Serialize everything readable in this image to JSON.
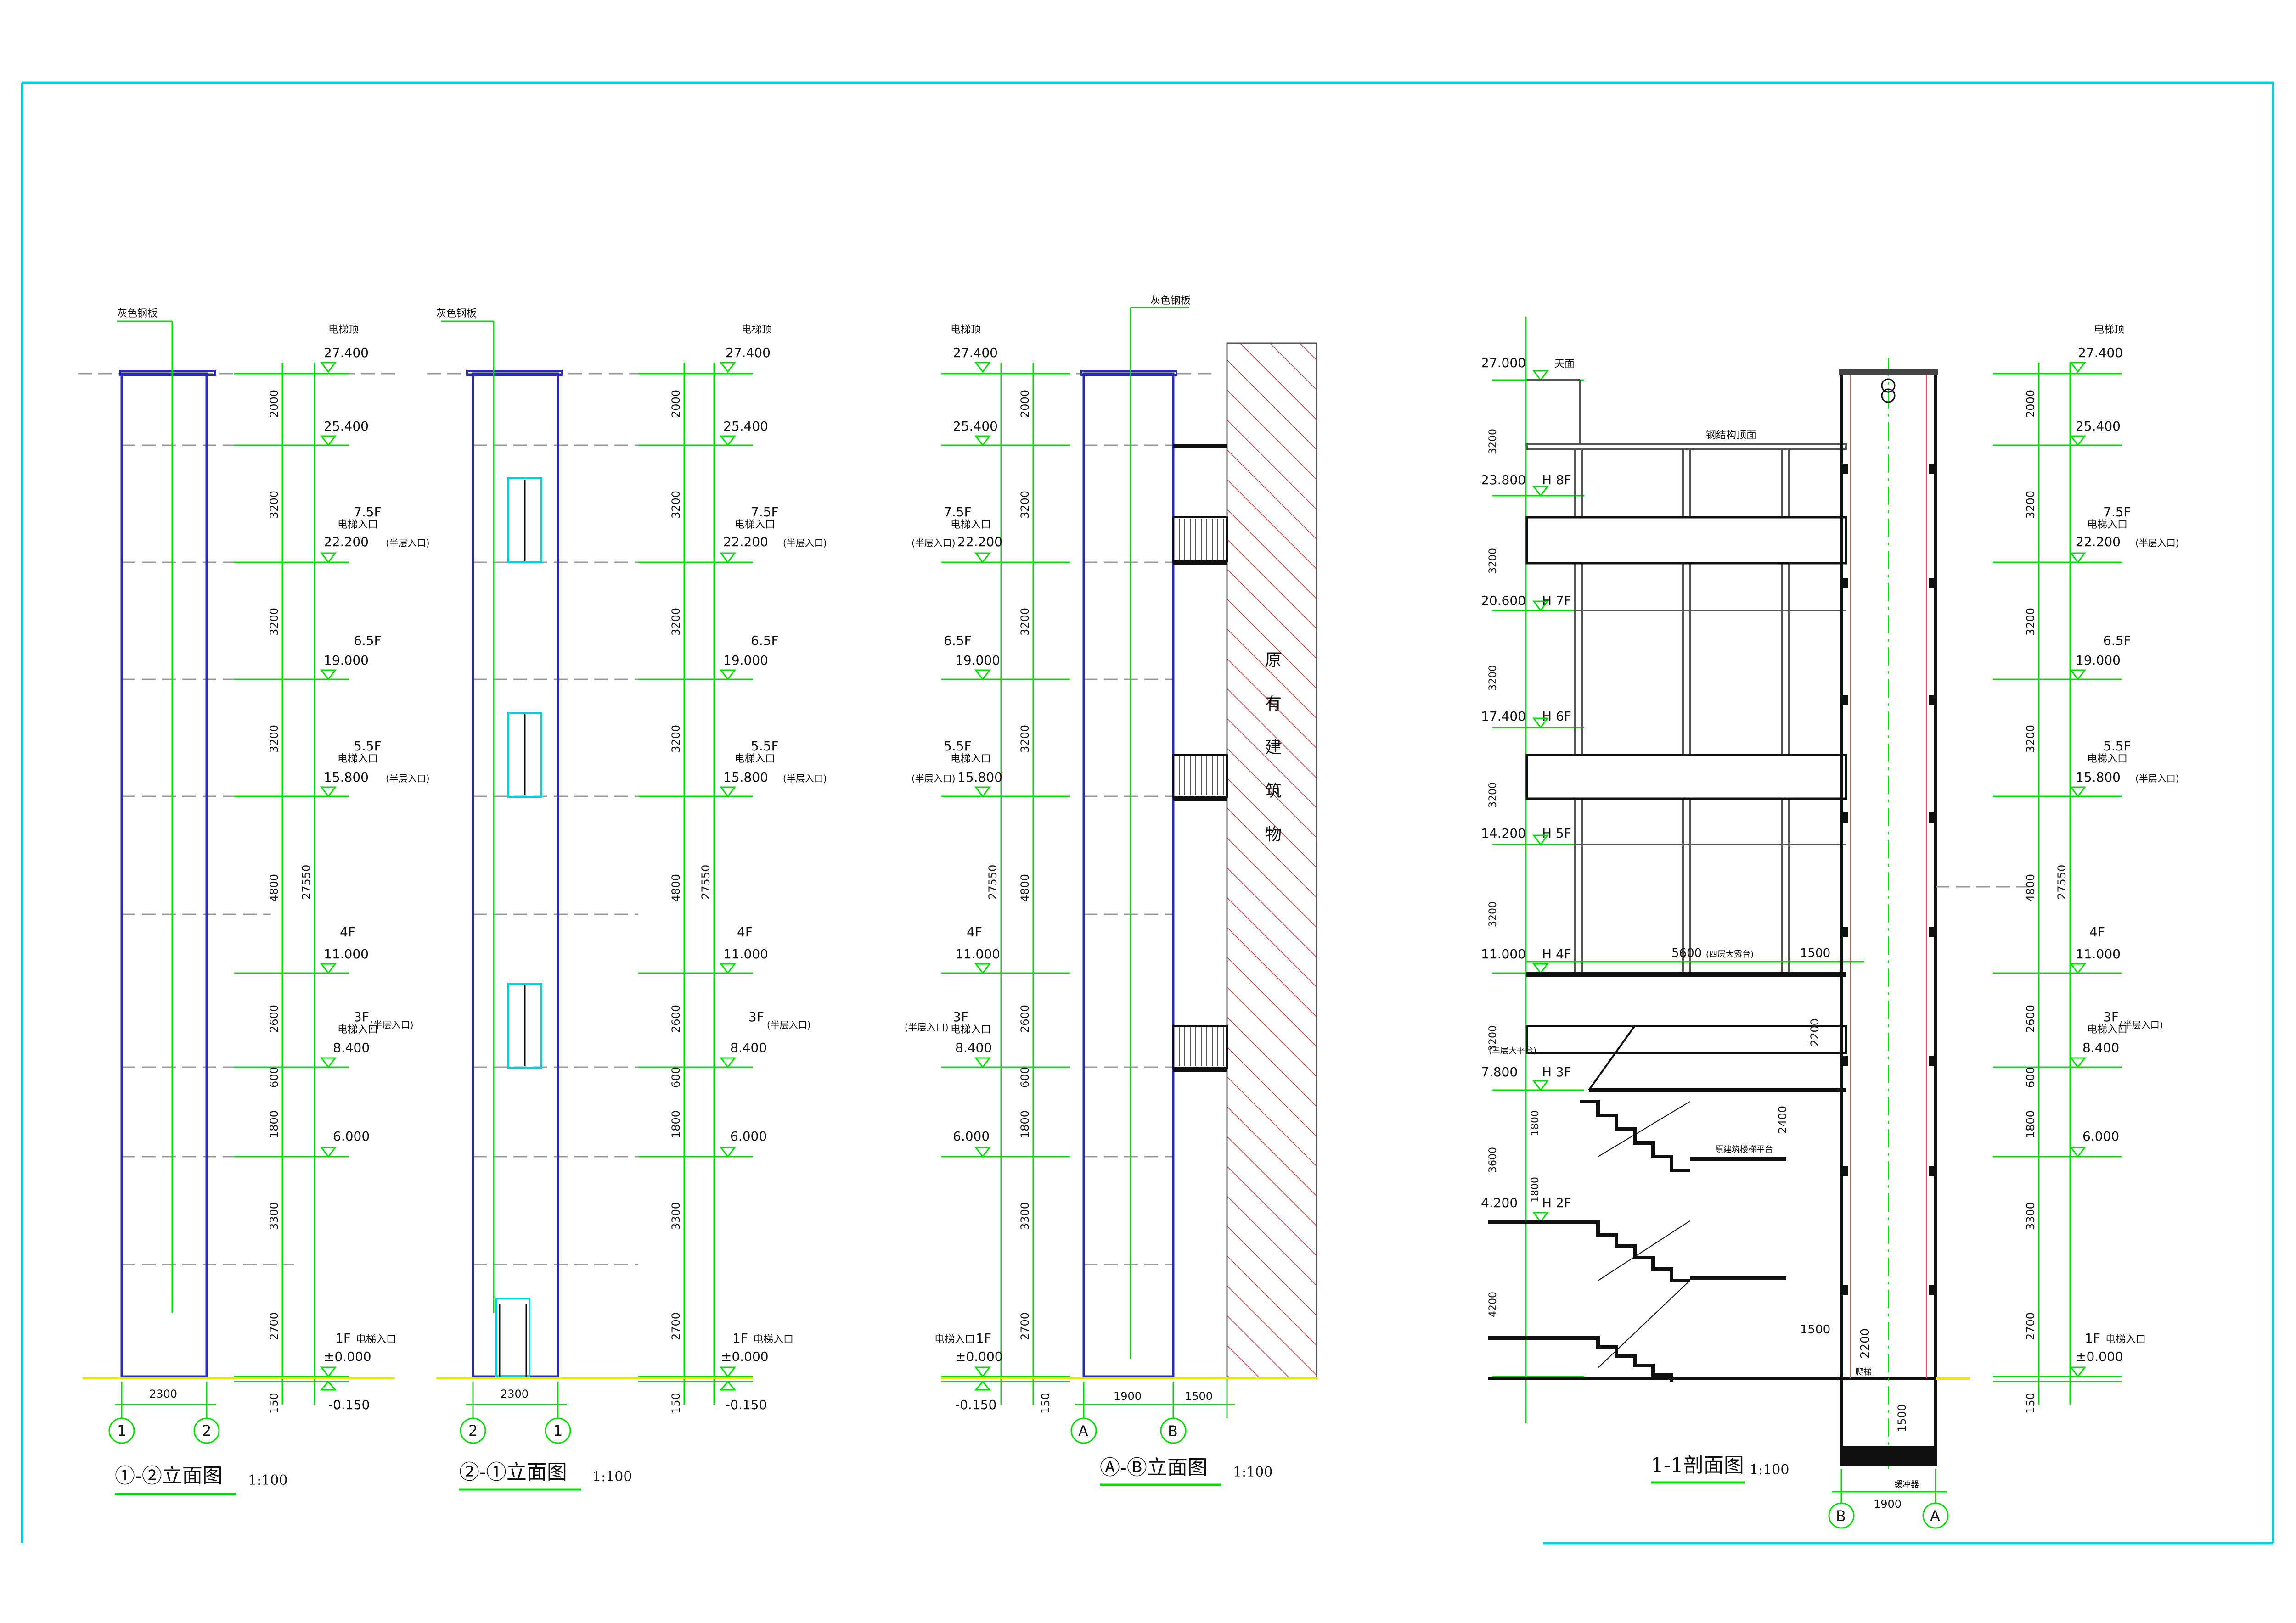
{
  "panels": [
    {
      "title": "①-②立面图",
      "scale": "1:100"
    },
    {
      "title": "②-①立面图",
      "scale": "1:100"
    },
    {
      "title": "Ⓐ-Ⓑ立面图",
      "scale": "1:100"
    },
    {
      "title": "1-1剖面图",
      "scale": "1:100"
    }
  ],
  "notes": {
    "roof_steel": "灰色钢板",
    "lift_top": "电梯顶",
    "lift_entrance": "电梯入口",
    "half_floor_entrance": "(半层入口)",
    "existing_building": [
      "原",
      "有",
      "建",
      "筑",
      "物"
    ],
    "steel_roof_face": "钢结构顶面",
    "roof_deck": "天面",
    "fourth_platform": "(四层大露台)",
    "third_platform": "(三层大平台)",
    "stair_platform": "原建筑楼梯平台",
    "pit": "爬梯",
    "buffer": "缓冲器"
  },
  "axes": {
    "one": "1",
    "two": "2",
    "a": "A",
    "b": "B"
  },
  "elevations": {
    "e27400": "27.400",
    "e25400": "25.400",
    "e22200": "22.200",
    "e19000": "19.000",
    "e15800": "15.800",
    "e11000": "11.000",
    "e8400": "8.400",
    "e6000": "6.000",
    "e0": "±0.000",
    "em150": "-0.150",
    "s27000": "27.000",
    "s23800": "23.800",
    "s20600": "20.600",
    "s17400": "17.400",
    "s14200": "14.200",
    "s11000": "11.000",
    "s7800": "7.800",
    "s4200": "4.200"
  },
  "floors": {
    "f75": "7.5F",
    "f65": "6.5F",
    "f55": "5.5F",
    "f4": "4F",
    "f3": "3F",
    "f1": "1F",
    "h8": "H 8F",
    "h7": "H 7F",
    "h6": "H 6F",
    "h5": "H 5F",
    "h4": "H 4F",
    "h3": "H 3F",
    "h2": "H 2F"
  },
  "dims": {
    "d2000": "2000",
    "d3200": "3200",
    "d4800": "4800",
    "d2600": "2600",
    "d600": "600",
    "d1800": "1800",
    "d3300": "3300",
    "d2700": "2700",
    "d150": "150",
    "d27550": "27550",
    "d2300": "2300",
    "d1900": "1900",
    "d1500": "1500",
    "d5600": "5600",
    "d3600": "3600",
    "d4200": "4200",
    "d2400": "2400",
    "d2200": "2200"
  },
  "colors": {
    "green": "#00dd00",
    "blue": "#2a2ab4",
    "cyan": "#00d0e0",
    "red": "#c83232",
    "black": "#111111",
    "gray": "#9a9a9a",
    "yellow": "#e8e800"
  }
}
